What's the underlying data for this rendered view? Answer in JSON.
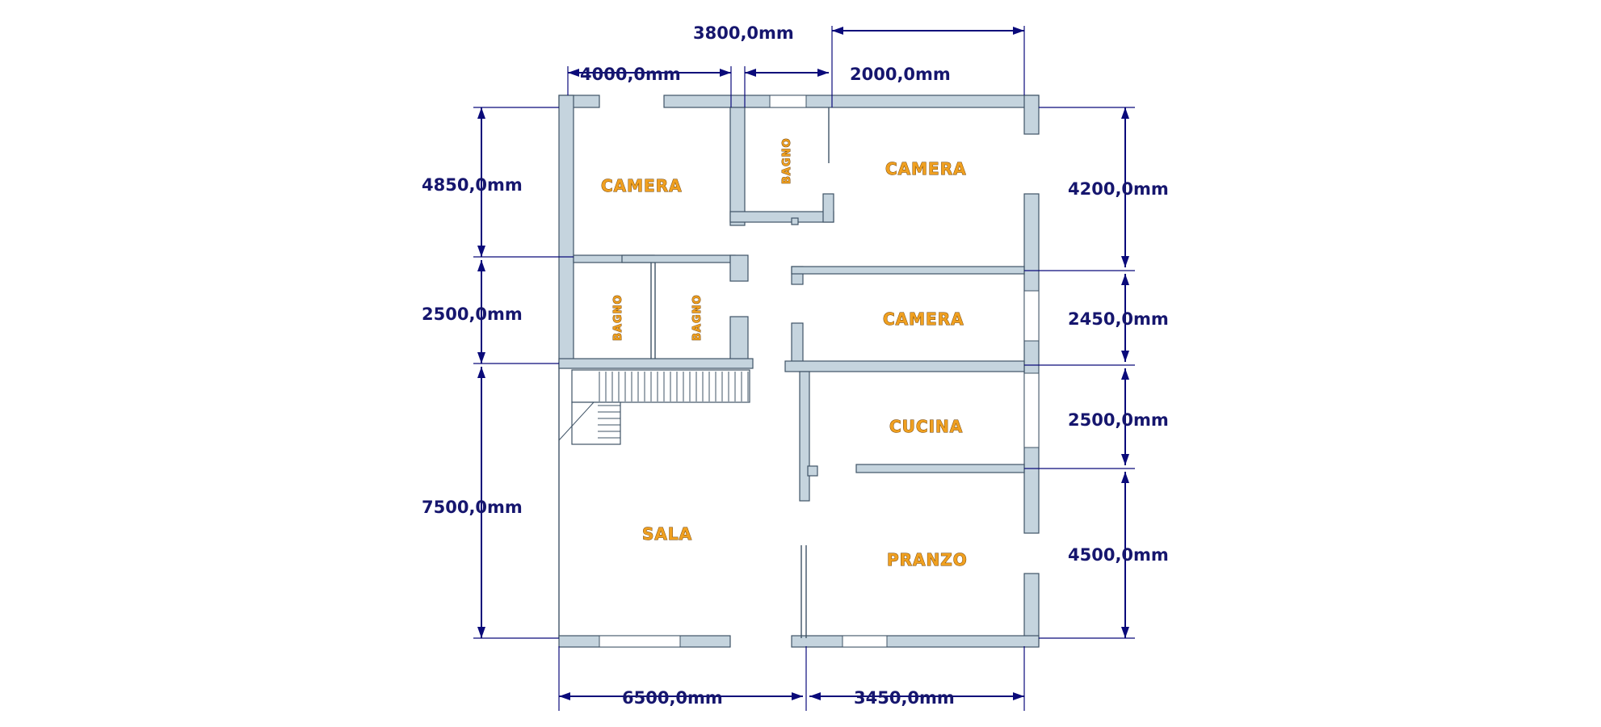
{
  "rooms": {
    "camera_top_left": "CAMERA",
    "bagno_top": "BAGNO",
    "camera_top_right": "CAMERA",
    "bagno_left": "BAGNO",
    "bagno_right": "BAGNO",
    "camera_middle": "CAMERA",
    "cucina": "CUCINA",
    "sala": "SALA",
    "pranzo": "PRANZO"
  },
  "dimensions": {
    "top_3800": "3800,0mm",
    "top_4000": "4000,0mm",
    "top_2000": "2000,0mm",
    "left_4850": "4850,0mm",
    "left_2500": "2500,0mm",
    "left_7500": "7500,0mm",
    "right_4200": "4200,0mm",
    "right_2450": "2450,0mm",
    "right_2500": "2500,0mm",
    "right_4500": "4500,0mm",
    "bottom_6500": "6500,0mm",
    "bottom_3450": "3450,0mm"
  },
  "colors": {
    "wall_fill": "#c5d4de",
    "dimension_line": "#0a0a7a",
    "room_label": "#f0a020"
  }
}
